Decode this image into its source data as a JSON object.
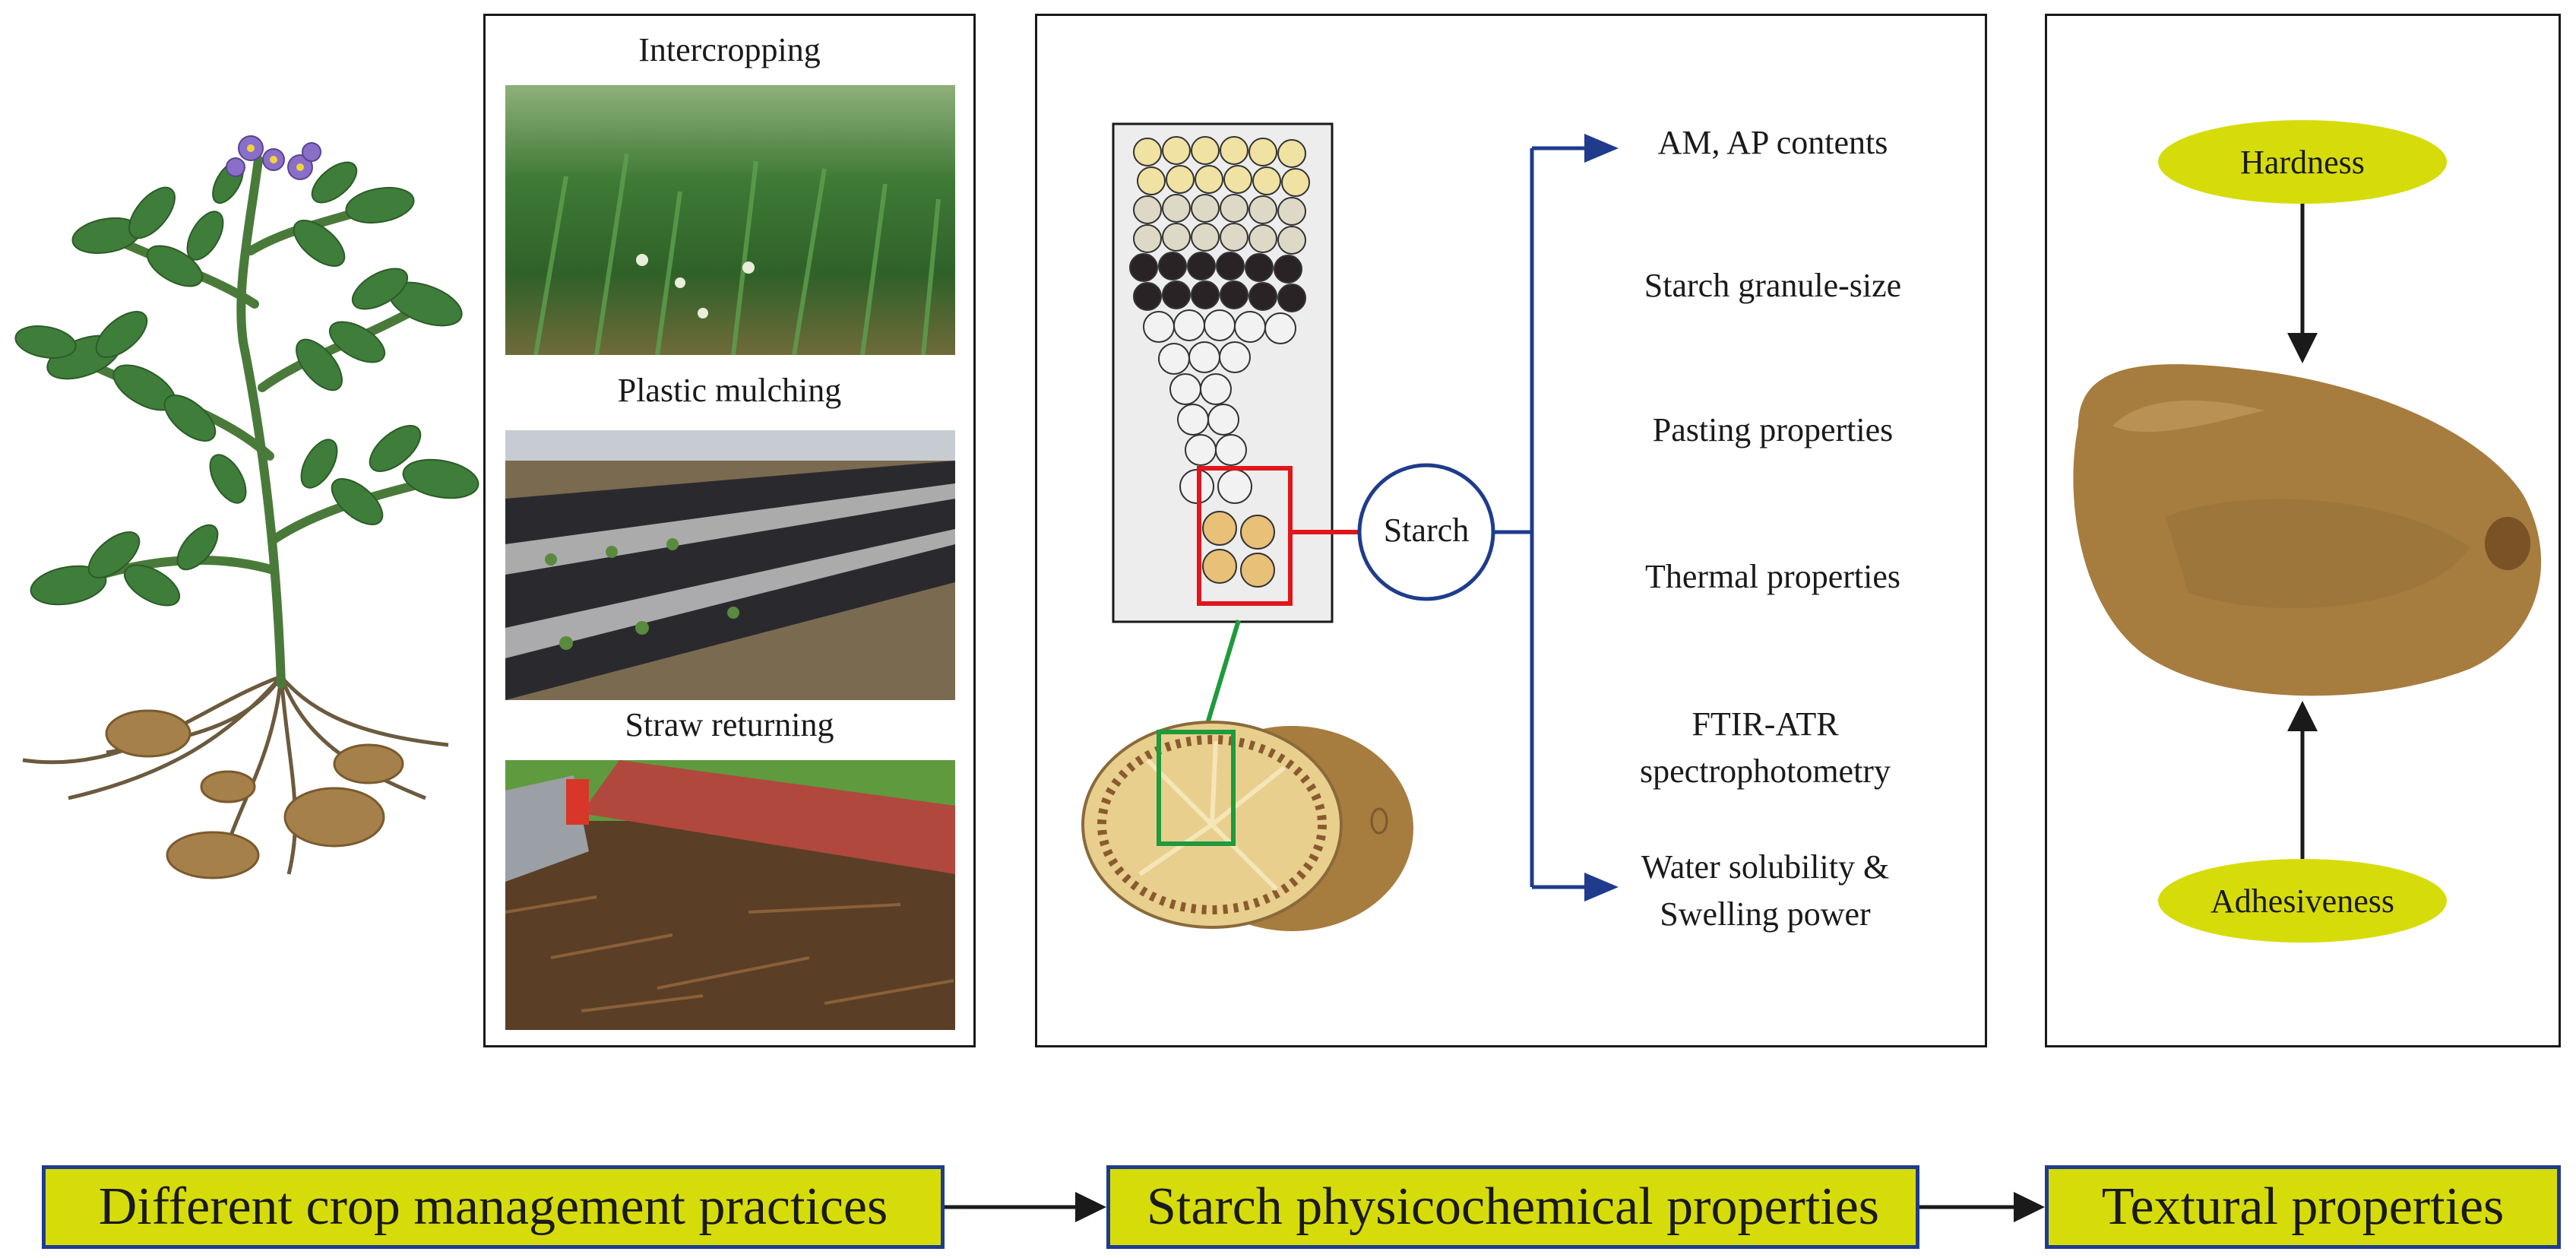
{
  "panel_practices": {
    "intercropping": "Intercropping",
    "plastic_mulching": "Plastic mulching",
    "straw_returning": "Straw returning"
  },
  "panel_starch": {
    "center_label": "Starch",
    "properties": [
      "AM, AP contents",
      "Starch granule-size",
      "Pasting properties",
      "Thermal properties",
      "FTIR-ATR spectrophotometry",
      "Water solubility & Swelling power"
    ]
  },
  "panel_texture": {
    "hardness": "Hardness",
    "adhesiveness": "Adhesiveness"
  },
  "flow": {
    "step1": "Different crop management practices",
    "step2": "Starch physicochemical properties",
    "step3": "Textural properties"
  },
  "colors": {
    "accent_yellow": "#d6dc0a",
    "flow_blue": "#1f3c8c",
    "highlight_red": "#e0161b",
    "highlight_green": "#1f9a3c",
    "potato_brown": "#a67c3f"
  }
}
